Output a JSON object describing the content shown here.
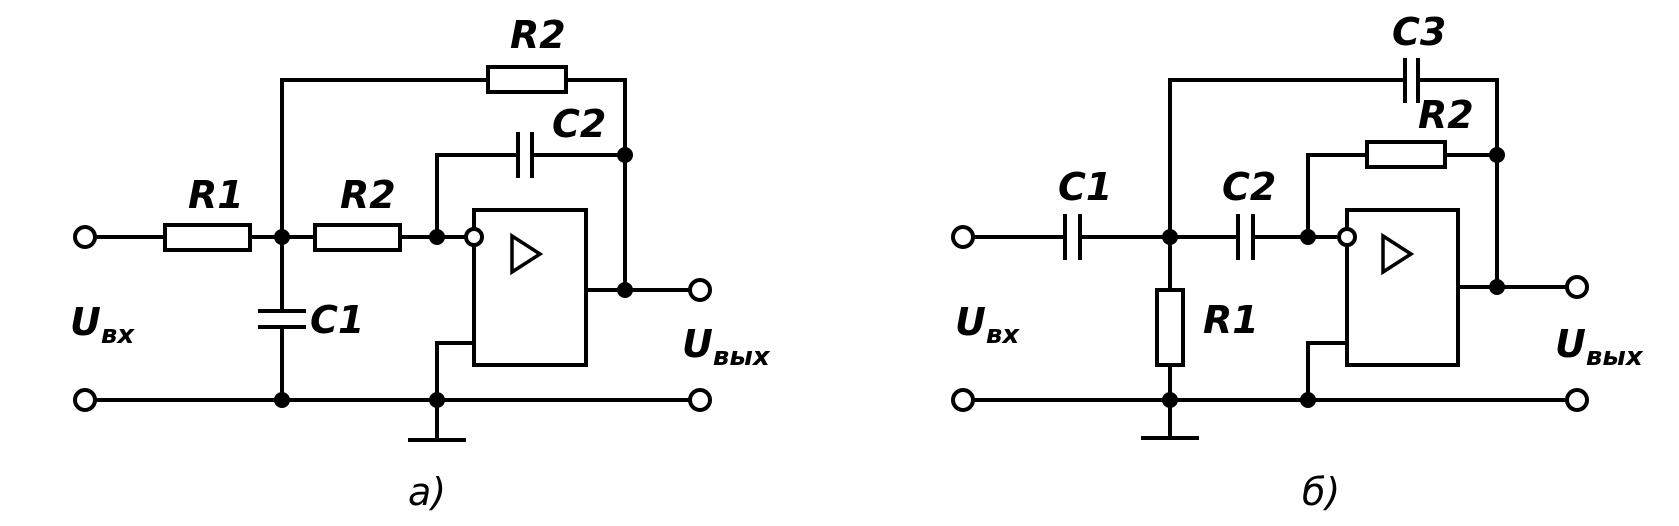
{
  "diagram_a": {
    "caption": "a)",
    "labels": {
      "r1": "R1",
      "r2_top": "R2",
      "r2_mid": "R2",
      "c1": "C1",
      "c2": "C2",
      "u_in_main": "U",
      "u_in_sub": "вх",
      "u_out_main": "U",
      "u_out_sub": "вых"
    }
  },
  "diagram_b": {
    "caption": "б)",
    "labels": {
      "c1": "C1",
      "c2": "C2",
      "c3": "C3",
      "r1": "R1",
      "r2": "R2",
      "u_in_main": "U",
      "u_in_sub": "вх",
      "u_out_main": "U",
      "u_out_sub": "вых"
    }
  },
  "icons": {
    "opamp_symbol": "triangle-icon",
    "terminal": "open-circle-icon",
    "junction": "filled-dot-icon",
    "ground": "ground-icon"
  }
}
